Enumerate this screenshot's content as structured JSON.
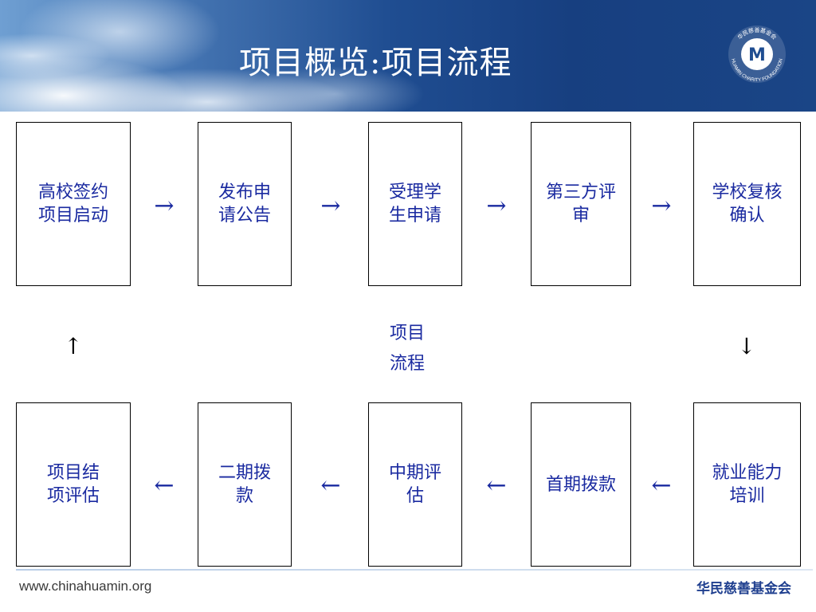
{
  "slide": {
    "title": "项目概览:项目流程",
    "center_label_line1": "项目",
    "center_label_line2": "流程",
    "footer_url": "www.chinahuamin.org",
    "footer_org": "华民慈善基金会"
  },
  "logo": {
    "text_top": "华民慈善基金会",
    "text_bottom": "HUAMIN CHARITY FOUNDATION",
    "glyph": "M",
    "color": "#1f4d91"
  },
  "top_row": [
    {
      "line1": "高校签约",
      "line2": "项目启动"
    },
    {
      "line1": "发布申",
      "line2": "请公告"
    },
    {
      "line1": "受理学",
      "line2": "生申请"
    },
    {
      "line1": "第三方评",
      "line2": "审"
    },
    {
      "line1": "学校复核",
      "line2": "确认"
    }
  ],
  "bottom_row": [
    {
      "line1": "项目结",
      "line2": "项评估"
    },
    {
      "line1": "二期拨",
      "line2": "款"
    },
    {
      "line1": "中期评",
      "line2": "估"
    },
    {
      "line1": "首期拨款",
      "line2": ""
    },
    {
      "line1": "就业能力",
      "line2": "培训"
    }
  ],
  "arrows": {
    "right": "→",
    "left": "←",
    "up": "↑",
    "down": "↓"
  },
  "colors": {
    "text": "#1a2aa0",
    "header_dark": "#173f80"
  }
}
